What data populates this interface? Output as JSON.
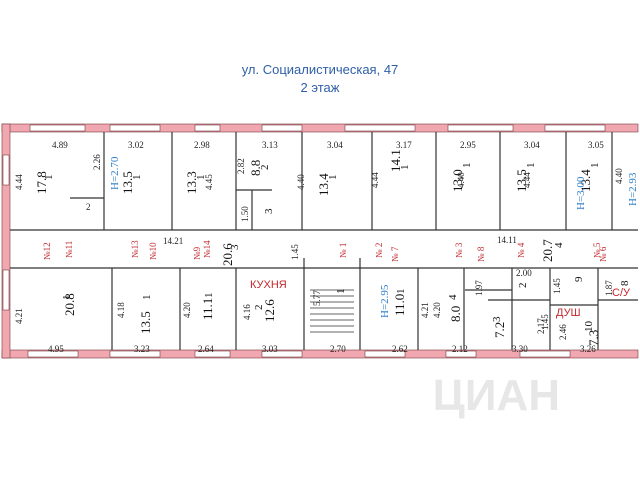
{
  "header": {
    "address": "ул. Социалистическая, 47",
    "floor": "2 этаж"
  },
  "colors": {
    "wall_pink": "#f0a7b0",
    "wall_red": "#d2363d",
    "label_red": "#c0282d",
    "label_blue": "#2f7fc8"
  },
  "upper_rooms": [
    {
      "id": "u1",
      "area": "17.8",
      "num": "1",
      "width": "4.89",
      "depth": "4.44",
      "extra": "2.26"
    },
    {
      "id": "u2",
      "area": "13.5",
      "num": "1",
      "width": "3.02",
      "height": "H=2.70",
      "extra": "2"
    },
    {
      "id": "u3",
      "area": "13.3",
      "num": "1",
      "width": "2.98",
      "depth": "4.45"
    },
    {
      "id": "u4",
      "area": "8.8",
      "num": "2",
      "width": "3.13",
      "depth": "2.82",
      "extra": "1.50",
      "extra2": "3"
    },
    {
      "id": "u5",
      "area": "13.4",
      "num": "1",
      "width": "3.04",
      "depth": "4.40"
    },
    {
      "id": "u6",
      "area": "14.1",
      "num": "1",
      "width": "3.17",
      "depth": "4.44"
    },
    {
      "id": "u7",
      "area": "13.0",
      "num": "1",
      "width": "2.95",
      "depth": "4.40"
    },
    {
      "id": "u8",
      "area": "13.5",
      "num": "1",
      "width": "3.04",
      "depth": "4.44"
    },
    {
      "id": "u9",
      "area": "13.4",
      "num": "1",
      "width": "3.05",
      "height": "H=3.00"
    },
    {
      "id": "u10",
      "area": "",
      "num": "",
      "depth": "4.40",
      "height": "H=2.93"
    }
  ],
  "corridor": {
    "left_length": "14.21",
    "right_length": "14.11",
    "left_area": "20.6",
    "left_num": "3",
    "right_area": "20.7",
    "right_num": "4",
    "stair_side": "1.45",
    "stair_side2": "1.45",
    "apartment_labels": [
      "№12",
      "№11",
      "№13",
      "№10",
      "№14",
      "№9",
      "№ 1",
      "№ 2",
      "№ 7",
      "№ 3",
      "№ 8",
      "№ 4",
      "№ 5",
      "№ 6"
    ]
  },
  "lower_rooms": [
    {
      "id": "l1",
      "area": "20.8",
      "num": "1",
      "width": "4.95",
      "depth": "4.21"
    },
    {
      "id": "l2",
      "area": "13.5",
      "num": "1",
      "width": "3.23",
      "depth": "4.18"
    },
    {
      "id": "l3",
      "area": "11.1",
      "num": "1",
      "width": "2.64",
      "depth": "4.20"
    },
    {
      "id": "l4",
      "area": "12.6",
      "num": "2",
      "width": "3.03",
      "depth": "4.16",
      "label": "КУХНЯ"
    },
    {
      "id": "l5",
      "area": "",
      "num": "1",
      "width": "2.70",
      "depth": "5.77"
    },
    {
      "id": "l6",
      "area": "11.0",
      "num": "1",
      "width": "2.62",
      "depth": "4.21",
      "height": "H=2.95"
    },
    {
      "id": "l7",
      "area": "8.0",
      "num": "4",
      "width": "2.12",
      "depth": "4.20",
      "extra": "1.97"
    },
    {
      "id": "l8",
      "area": "7.2",
      "num": "3",
      "width": "3.30",
      "extra": "2.00",
      "extra2": "2",
      "extra3": "2.17"
    },
    {
      "id": "l9",
      "area": "7.3",
      "num": "10",
      "width": "3.26",
      "extra": "1.45",
      "extra2": "9",
      "extra3": "2.46",
      "label": "ДУШ"
    },
    {
      "id": "l10",
      "area": "",
      "num": "8",
      "extra": "1.87",
      "label": "С/У"
    }
  ],
  "watermark": "ЦИАН"
}
